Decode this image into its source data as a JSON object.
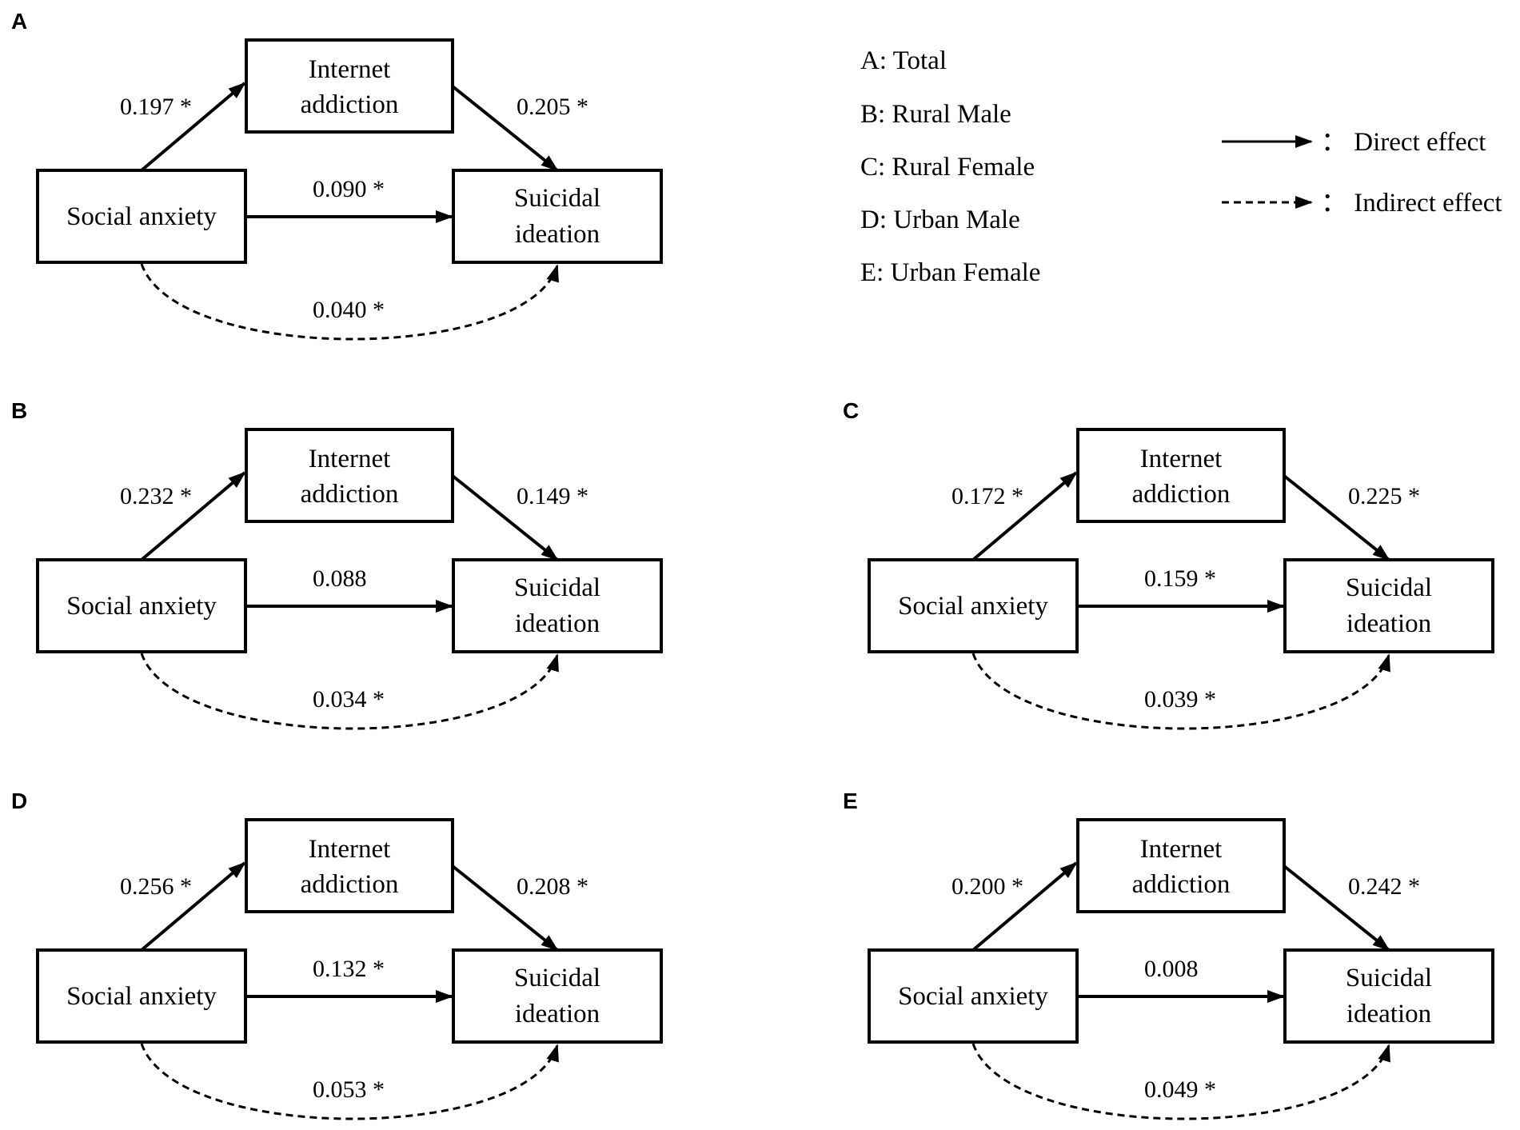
{
  "node_labels": {
    "internet": [
      "Internet",
      "addiction"
    ],
    "social": "Social anxiety",
    "suicidal": [
      "Suicidal",
      "ideation"
    ]
  },
  "panels": [
    {
      "letter": "A",
      "a": "0.197 *",
      "b": "0.205 *",
      "direct": "0.090 *",
      "indirect": "0.040 *"
    },
    {
      "letter": "B",
      "a": "0.232 *",
      "b": "0.149 *",
      "direct": "0.088",
      "indirect": "0.034 *"
    },
    {
      "letter": "C",
      "a": "0.172 *",
      "b": "0.225 *",
      "direct": "0.159 *",
      "indirect": "0.039 *"
    },
    {
      "letter": "D",
      "a": "0.256 *",
      "b": "0.208 *",
      "direct": "0.132 *",
      "indirect": "0.053 *"
    },
    {
      "letter": "E",
      "a": "0.200 *",
      "b": "0.242 *",
      "direct": "0.008",
      "indirect": "0.049 *"
    }
  ],
  "groups": [
    "A: Total",
    "B: Rural Male",
    "C: Rural Female",
    "D: Urban Male",
    "E: Urban Female"
  ],
  "legend": {
    "direct": "： Direct effect",
    "indirect": "： Indirect effect"
  }
}
